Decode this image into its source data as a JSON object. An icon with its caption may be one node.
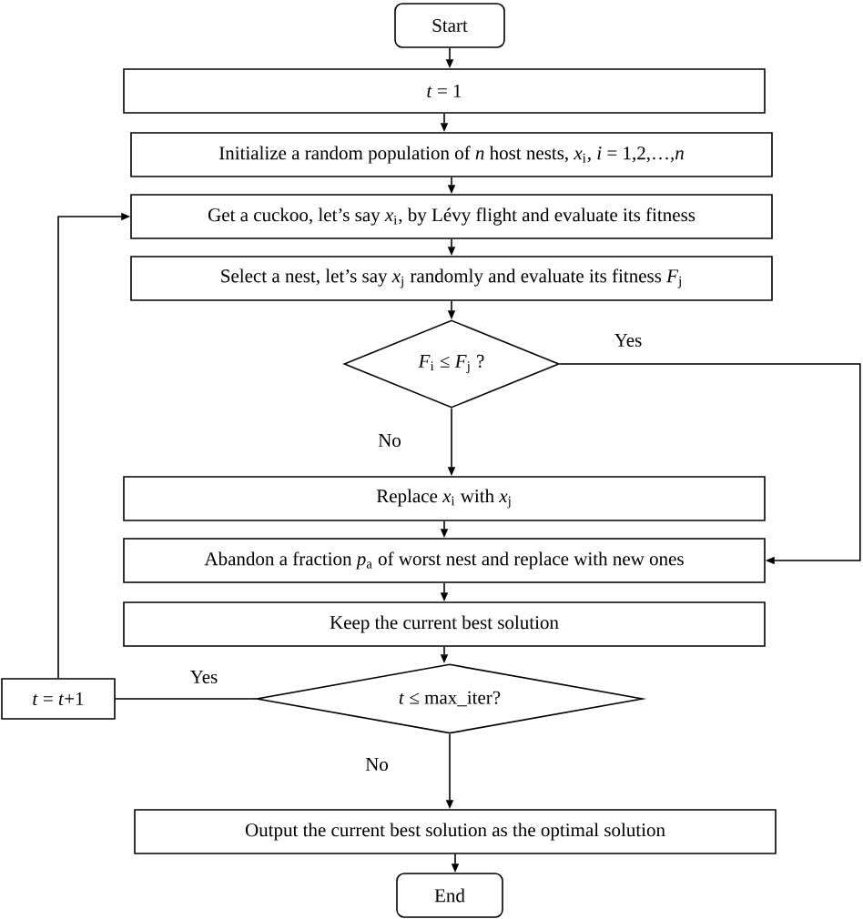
{
  "diagram": {
    "nodes": [
      {
        "text": [
          "Start"
        ]
      },
      {
        "text": [
          "*t* = 1"
        ]
      },
      {
        "text": [
          "Initialize a random population of *n* host nests, *x*$_{i}$, *i* = 1,2,…,*n*"
        ]
      },
      {
        "text": [
          "Get a cuckoo, let’s say *x*$_{i}$, by Lévy flight and evaluate its fitness"
        ]
      },
      {
        "text": [
          "Select a nest, let’s say *x*$_{j}$ randomly and evaluate its fitness *F*$_{j}$"
        ]
      },
      {
        "text": [
          "*F*$_{i}$ ≤ *F*$_{j}$ ?"
        ]
      },
      {
        "text": [
          "Replace *x*$_{i}$ with *x*$_{j}$"
        ]
      },
      {
        "text": [
          "Abandon a fraction *p*$_{a}$ of worst nest and replace with new ones"
        ]
      },
      {
        "text": [
          "Keep the current best solution"
        ]
      },
      {
        "text": [
          "*t* ≤ max_iter?"
        ]
      },
      {
        "text": [
          "*t* = *t*+1"
        ]
      },
      {
        "text": [
          "Output the current best solution as the optimal solution"
        ]
      },
      {
        "text": [
          "End"
        ]
      }
    ],
    "edges": [
      {
        "from": 0,
        "to": 1,
        "arrow": "to"
      },
      {
        "from": 1,
        "to": 2,
        "arrow": "to"
      },
      {
        "from": 2,
        "to": 3,
        "arrow": "to"
      },
      {
        "from": 3,
        "to": 4,
        "arrow": "to"
      },
      {
        "from": 4,
        "to": 5,
        "arrow": "to"
      },
      {
        "from": 5,
        "to": 6,
        "arrow": "to",
        "label": "No"
      },
      {
        "from": 5,
        "to": 7,
        "arrow": "to",
        "label": "Yes"
      },
      {
        "from": 6,
        "to": 7,
        "arrow": "to"
      },
      {
        "from": 7,
        "to": 8,
        "arrow": "to"
      },
      {
        "from": 8,
        "to": 9,
        "arrow": "to"
      },
      {
        "from": 9,
        "to": 10,
        "arrow": "none",
        "label": "Yes"
      },
      {
        "from": 10,
        "to": 3,
        "arrow": "to"
      },
      {
        "from": 9,
        "to": 11,
        "arrow": "to",
        "label": "No"
      },
      {
        "from": 11,
        "to": 12,
        "arrow": "to"
      }
    ]
  }
}
